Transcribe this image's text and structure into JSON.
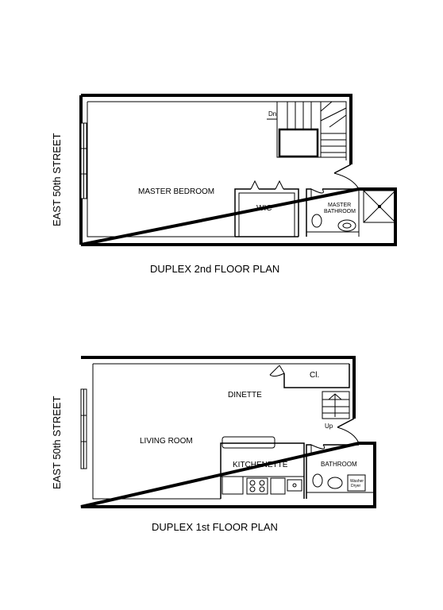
{
  "upper_floor": {
    "street_label": "EAST 50th STREET",
    "title": "DUPLEX 2nd FLOOR PLAN",
    "rooms": {
      "master_bedroom": "MASTER BEDROOM",
      "wic": "WIC",
      "master_bathroom_line1": "MASTER",
      "master_bathroom_line2": "BATHROOM",
      "stair_label": "Dn"
    }
  },
  "lower_floor": {
    "street_label": "EAST 50th STREET",
    "title": "DUPLEX 1st FLOOR PLAN",
    "rooms": {
      "living_room": "LIVING ROOM",
      "dinette": "DINETTE",
      "closet": "Cl.",
      "kitchenette": "KITCHENETTE",
      "bathroom": "BATHROOM",
      "stair_label": "Up",
      "washer_dryer_line1": "Washer",
      "washer_dryer_line2": "Dryer"
    }
  }
}
